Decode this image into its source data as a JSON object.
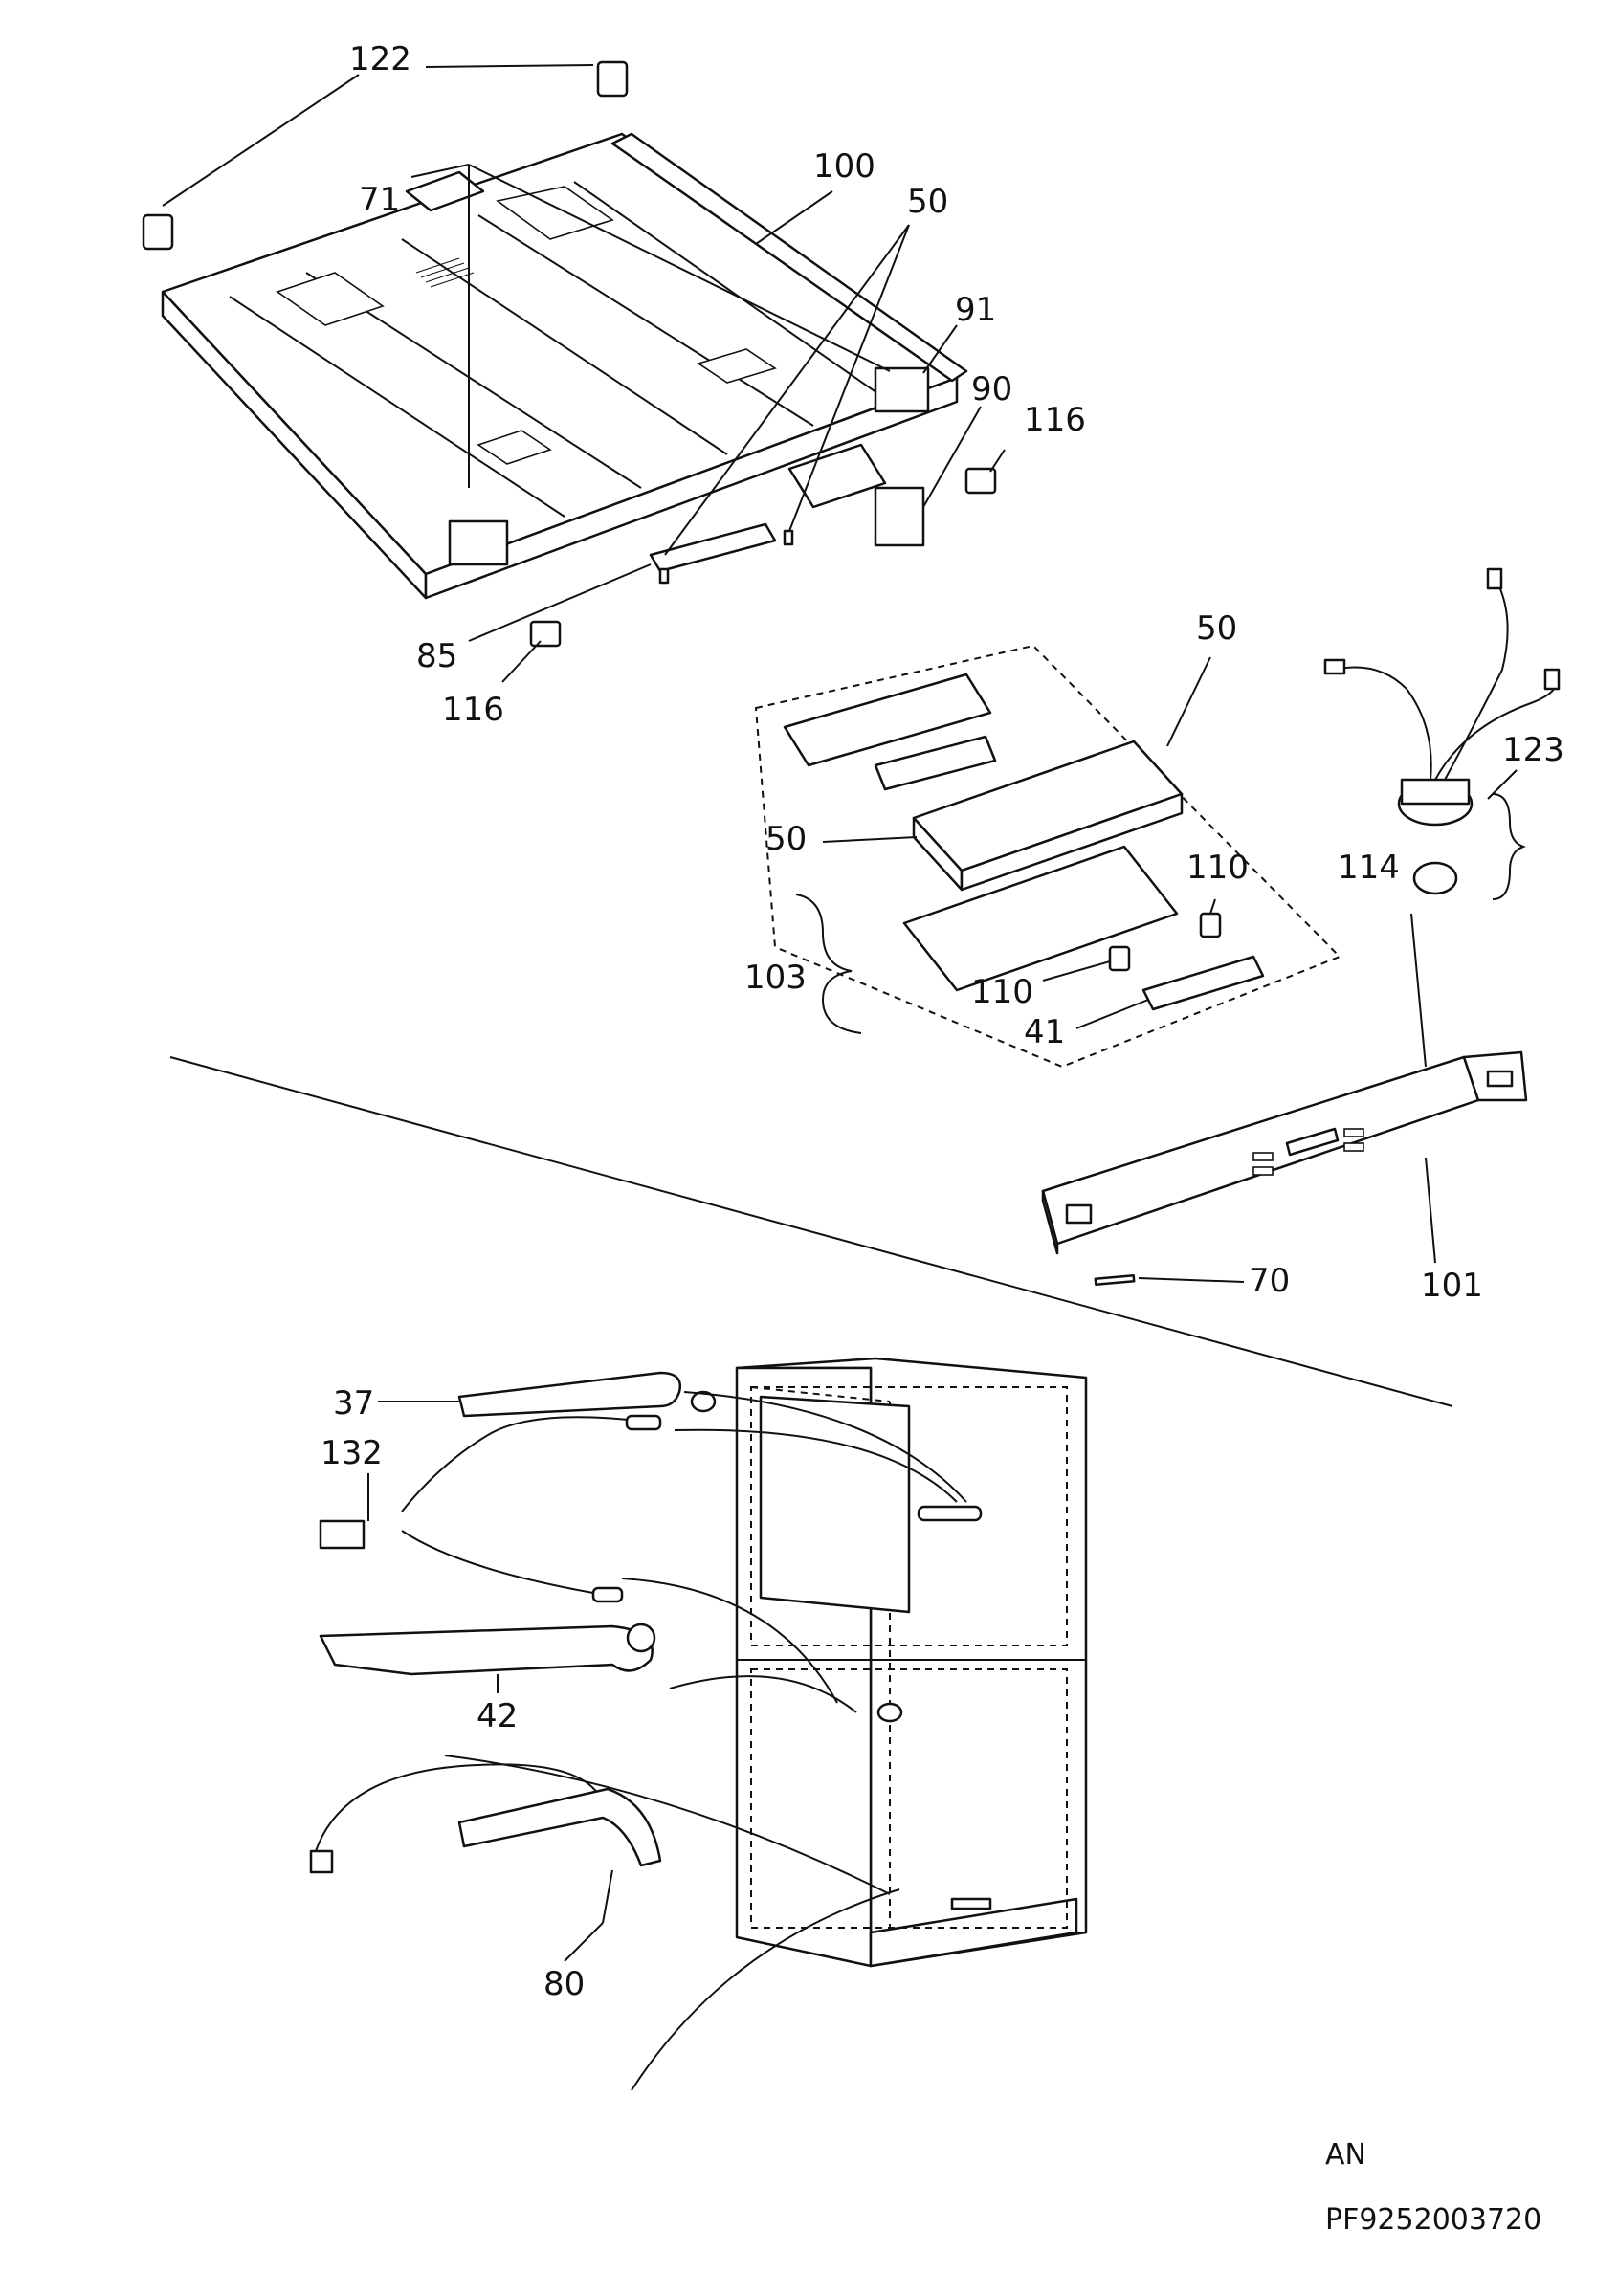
{
  "callouts": [
    {
      "id": "122",
      "text": "122"
    },
    {
      "id": "71",
      "text": "71"
    },
    {
      "id": "100",
      "text": "100"
    },
    {
      "id": "50a",
      "text": "50"
    },
    {
      "id": "91",
      "text": "91"
    },
    {
      "id": "90",
      "text": "90"
    },
    {
      "id": "116a",
      "text": "116"
    },
    {
      "id": "85",
      "text": "85"
    },
    {
      "id": "116b",
      "text": "116"
    },
    {
      "id": "50b",
      "text": "50"
    },
    {
      "id": "123",
      "text": "123"
    },
    {
      "id": "50c",
      "text": "50"
    },
    {
      "id": "114",
      "text": "114"
    },
    {
      "id": "110a",
      "text": "110"
    },
    {
      "id": "103",
      "text": "103"
    },
    {
      "id": "110b",
      "text": "110"
    },
    {
      "id": "41",
      "text": "41"
    },
    {
      "id": "70",
      "text": "70"
    },
    {
      "id": "101",
      "text": "101"
    },
    {
      "id": "37",
      "text": "37"
    },
    {
      "id": "132",
      "text": "132"
    },
    {
      "id": "42",
      "text": "42"
    },
    {
      "id": "80",
      "text": "80"
    }
  ],
  "footer": {
    "code": "AN",
    "reference": "PF9252003720"
  }
}
